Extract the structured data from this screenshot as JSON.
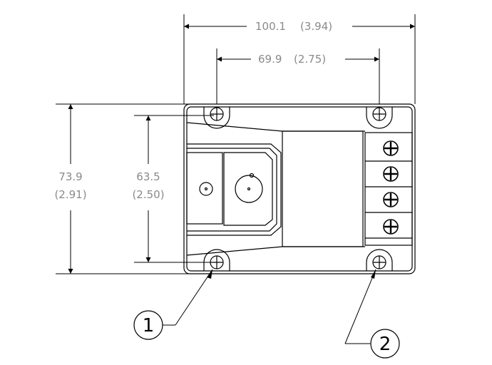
{
  "dimensions": {
    "overall_width": {
      "metric": "100.1",
      "imperial": "(3.94)"
    },
    "hole_spacing_width": {
      "metric": "69.9",
      "imperial": "(2.75)"
    },
    "overall_height": {
      "metric": "73.9",
      "imperial": "(2.91)"
    },
    "hole_spacing_height": {
      "metric": "63.5",
      "imperial": "(2.50)"
    }
  },
  "callouts": [
    {
      "number": "1"
    },
    {
      "number": "2"
    }
  ],
  "terminals": {
    "count": 4
  }
}
